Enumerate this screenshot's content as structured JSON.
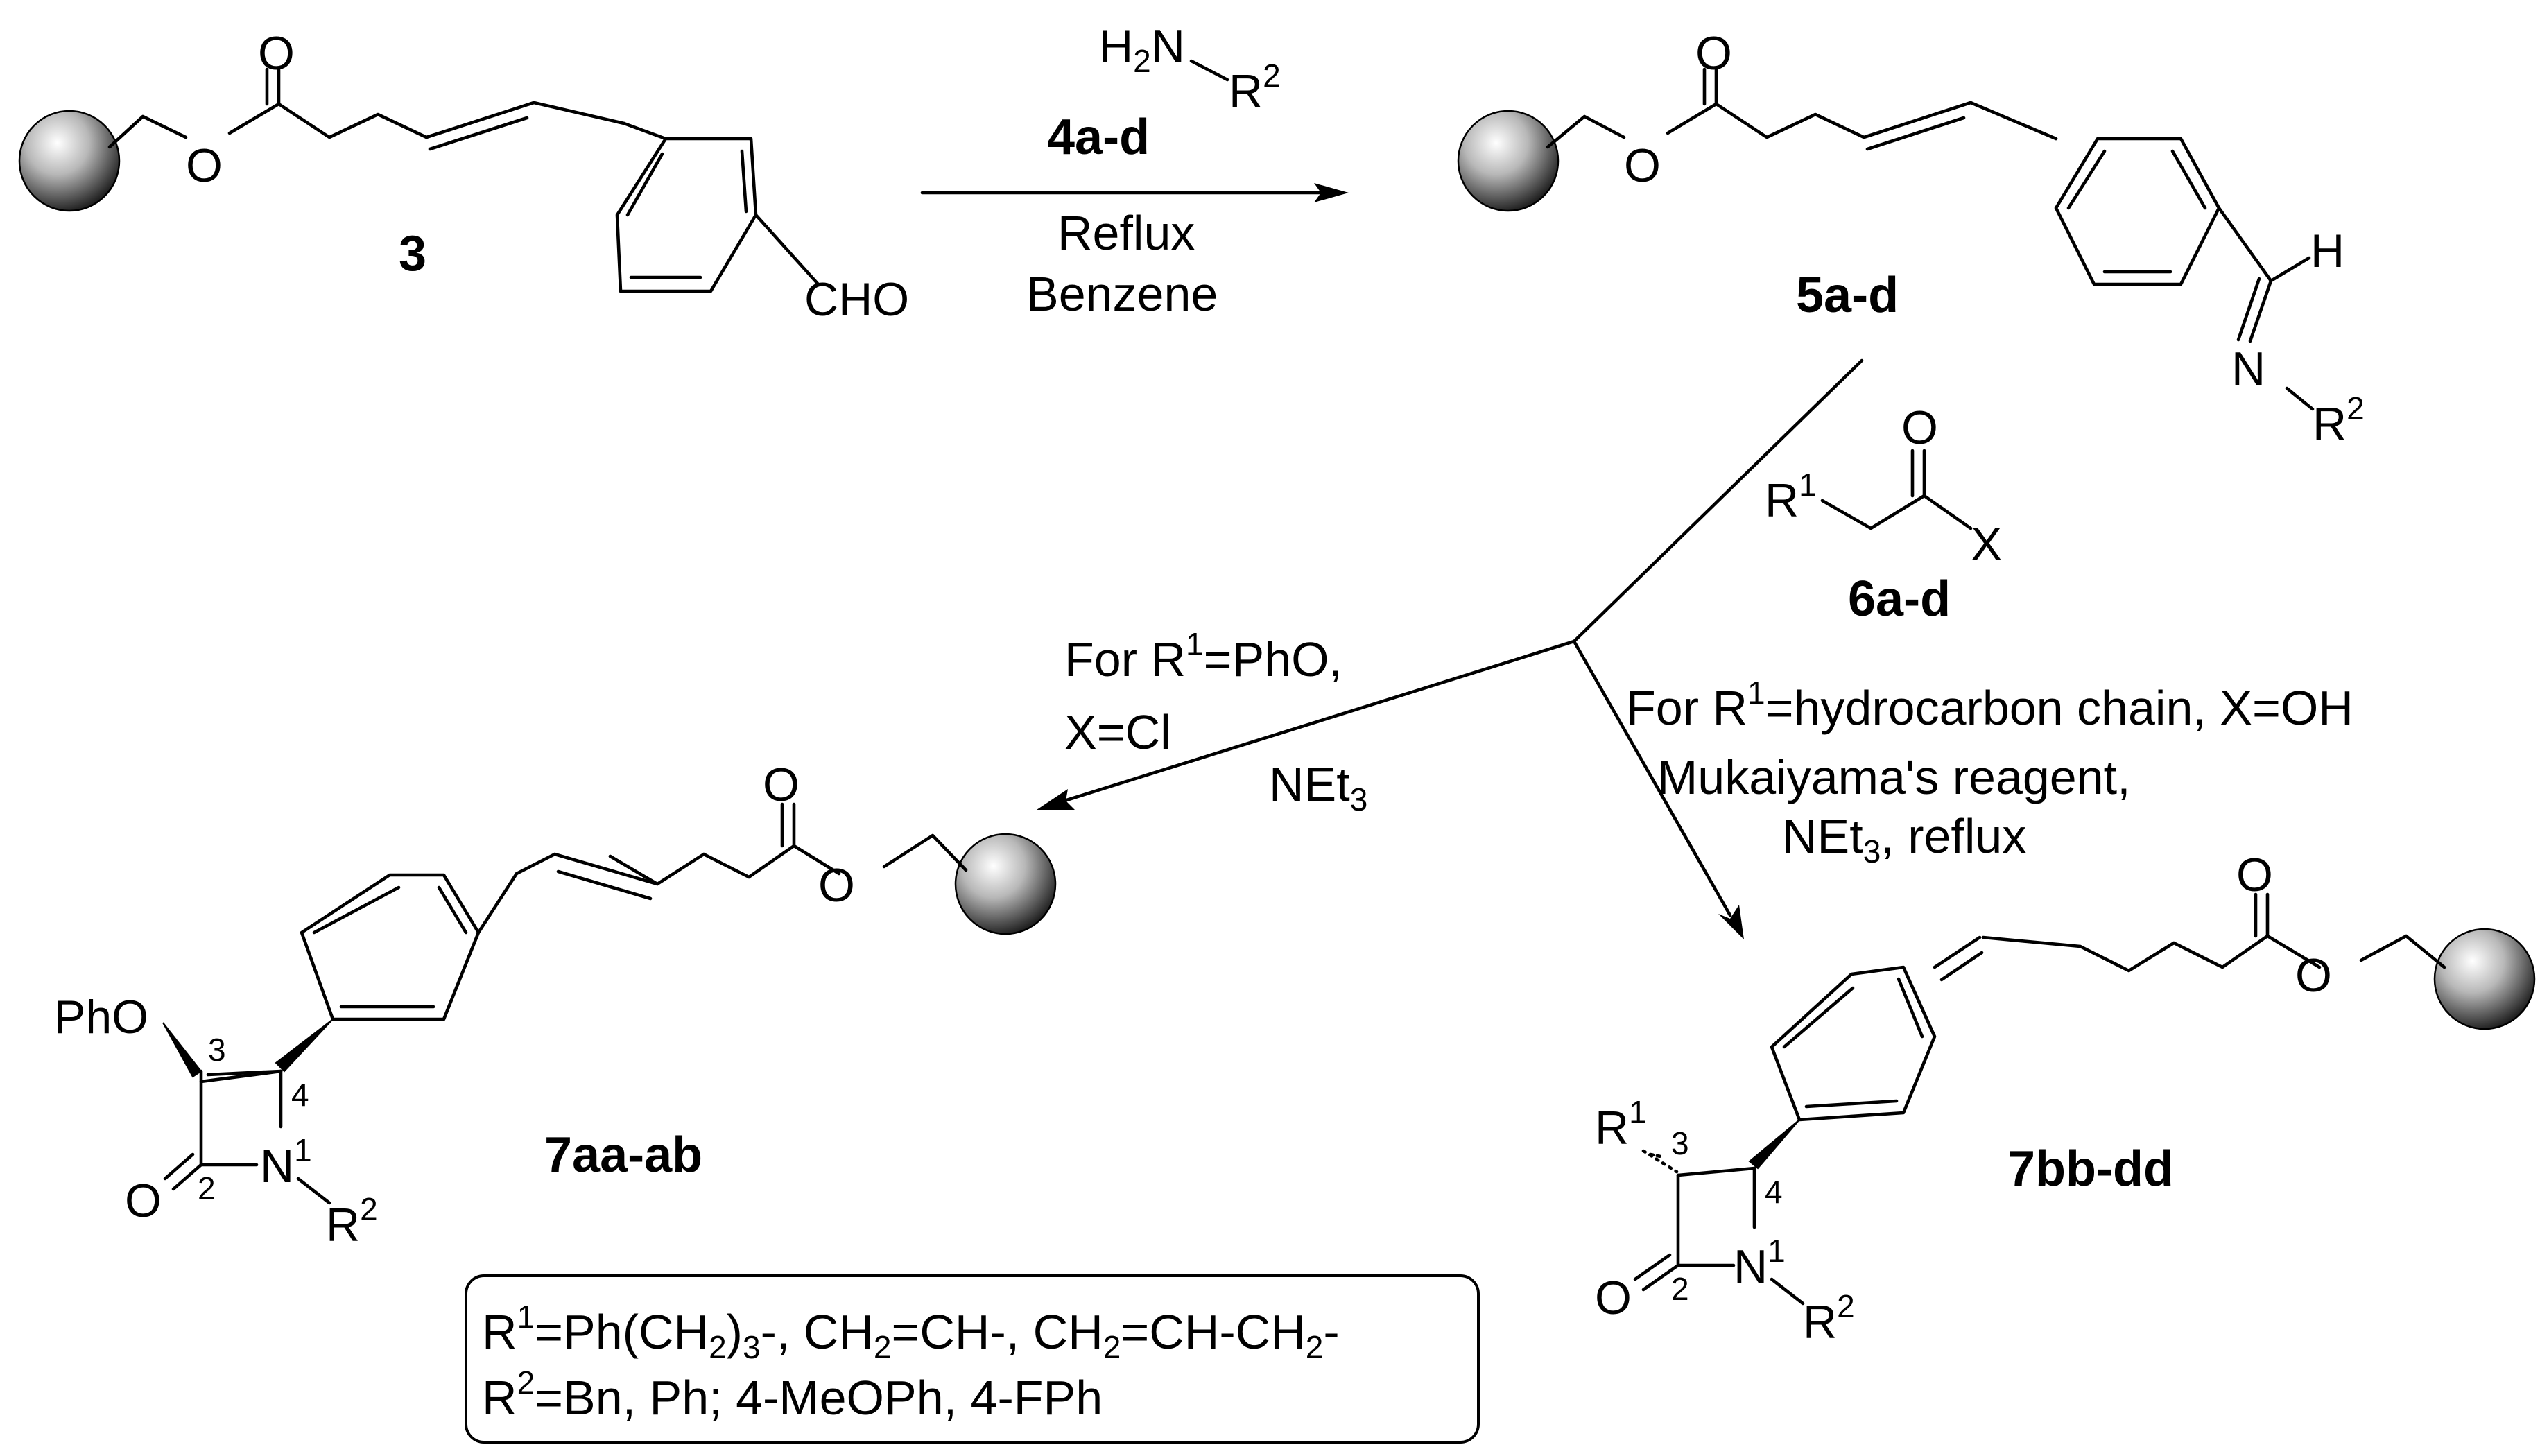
{
  "compounds": {
    "c3": {
      "label": "3",
      "formyl": "CHO",
      "ester_o": "O",
      "carbonyl_o": "O"
    },
    "c5": {
      "label": "5a-d",
      "imine_h": "H",
      "imine_n": "N",
      "r": "R",
      "r_sup": "2",
      "ester_o": "O",
      "carbonyl_o": "O"
    },
    "c6": {
      "label": "6a-d",
      "r": "R",
      "r_sup": "1",
      "o": "O",
      "x": "X"
    },
    "c7a": {
      "label": "7aa-ab",
      "pho": "PhO",
      "n": "N",
      "n_num": "1",
      "c2": "2",
      "c3": "3",
      "c4": "4",
      "o": "O",
      "r": "R",
      "r_sup": "2",
      "ester_o": "O",
      "carbonyl_o": "O"
    },
    "c7b": {
      "label": "7bb-dd",
      "r1": "R",
      "r1_sup": "1",
      "n": "N",
      "n_num": "1",
      "c2": "2",
      "c3": "3",
      "c4": "4",
      "o": "O",
      "r": "R",
      "r_sup": "2",
      "ester_o": "O",
      "carbonyl_o": "O"
    }
  },
  "step1": {
    "amine_h": "H",
    "amine_h_sub": "2",
    "amine_n": "N",
    "amine_r": "R",
    "amine_r_sup": "2",
    "label": "4a-d",
    "cond1": "Reflux",
    "cond2": "Benzene"
  },
  "left_branch": {
    "line1_a": "For R",
    "line1_sup": "1",
    "line1_b": "=PhO,",
    "line2": "X=Cl",
    "line3_a": "NEt",
    "line3_sub": "3"
  },
  "right_branch": {
    "line1_a": "For R",
    "line1_sup": "1",
    "line1_b": "=hydrocarbon chain, X=OH",
    "line2": "Mukaiyama's reagent,",
    "line3_a": "NEt",
    "line3_sub": "3",
    "line3_b": ", reflux"
  },
  "legend": {
    "r1": "R",
    "r1_sup": "1",
    "r1_a": "=Ph(CH",
    "r1_sub1": "2",
    "r1_b": ")",
    "r1_sub2": "3",
    "r1_c": "-, CH",
    "r1_sub3": "2",
    "r1_d": "=CH-, CH",
    "r1_sub4": "2",
    "r1_e": "=CH-CH",
    "r1_sub5": "2",
    "r1_f": "-",
    "r2": "R",
    "r2_sup": "2",
    "r2_text": "=Bn, Ph; 4-MeOPh, 4-FPh"
  }
}
